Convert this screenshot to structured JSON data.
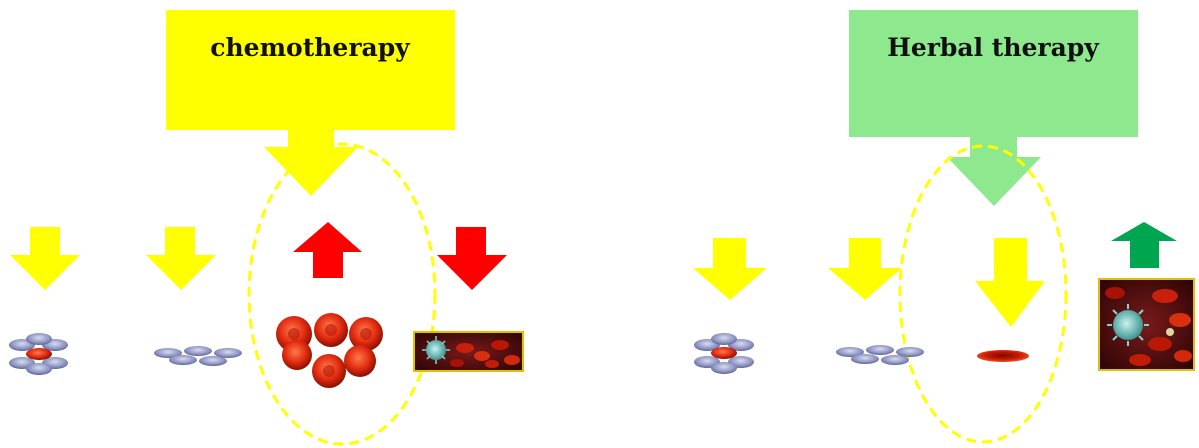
{
  "left_panel": {
    "title": "chemotherapy",
    "box_color": "#ffff00",
    "arrows": [
      {
        "name": "down-arrow",
        "color": "#ffff00"
      },
      {
        "name": "down-arrow",
        "color": "#ffff00"
      },
      {
        "name": "up-arrow",
        "color": "#ff0000"
      },
      {
        "name": "down-arrow",
        "color": "#ff0000"
      }
    ],
    "cells": [
      "cell-cluster-icon",
      "flat-cells-icon",
      "red-blood-cells-icon",
      "virus-blood-image"
    ]
  },
  "right_panel": {
    "title": "Herbal therapy",
    "box_color": "#8ee88e",
    "arrows": [
      {
        "name": "down-arrow",
        "color": "#ffff00"
      },
      {
        "name": "down-arrow",
        "color": "#ffff00"
      },
      {
        "name": "down-arrow",
        "color": "#ffff00"
      },
      {
        "name": "up-arrow",
        "color": "#00a550"
      }
    ],
    "cells": [
      "cell-cluster-icon",
      "flat-cells-icon",
      "single-red-cell-icon",
      "virus-blood-image"
    ]
  },
  "ellipse_color": "#ffff00"
}
